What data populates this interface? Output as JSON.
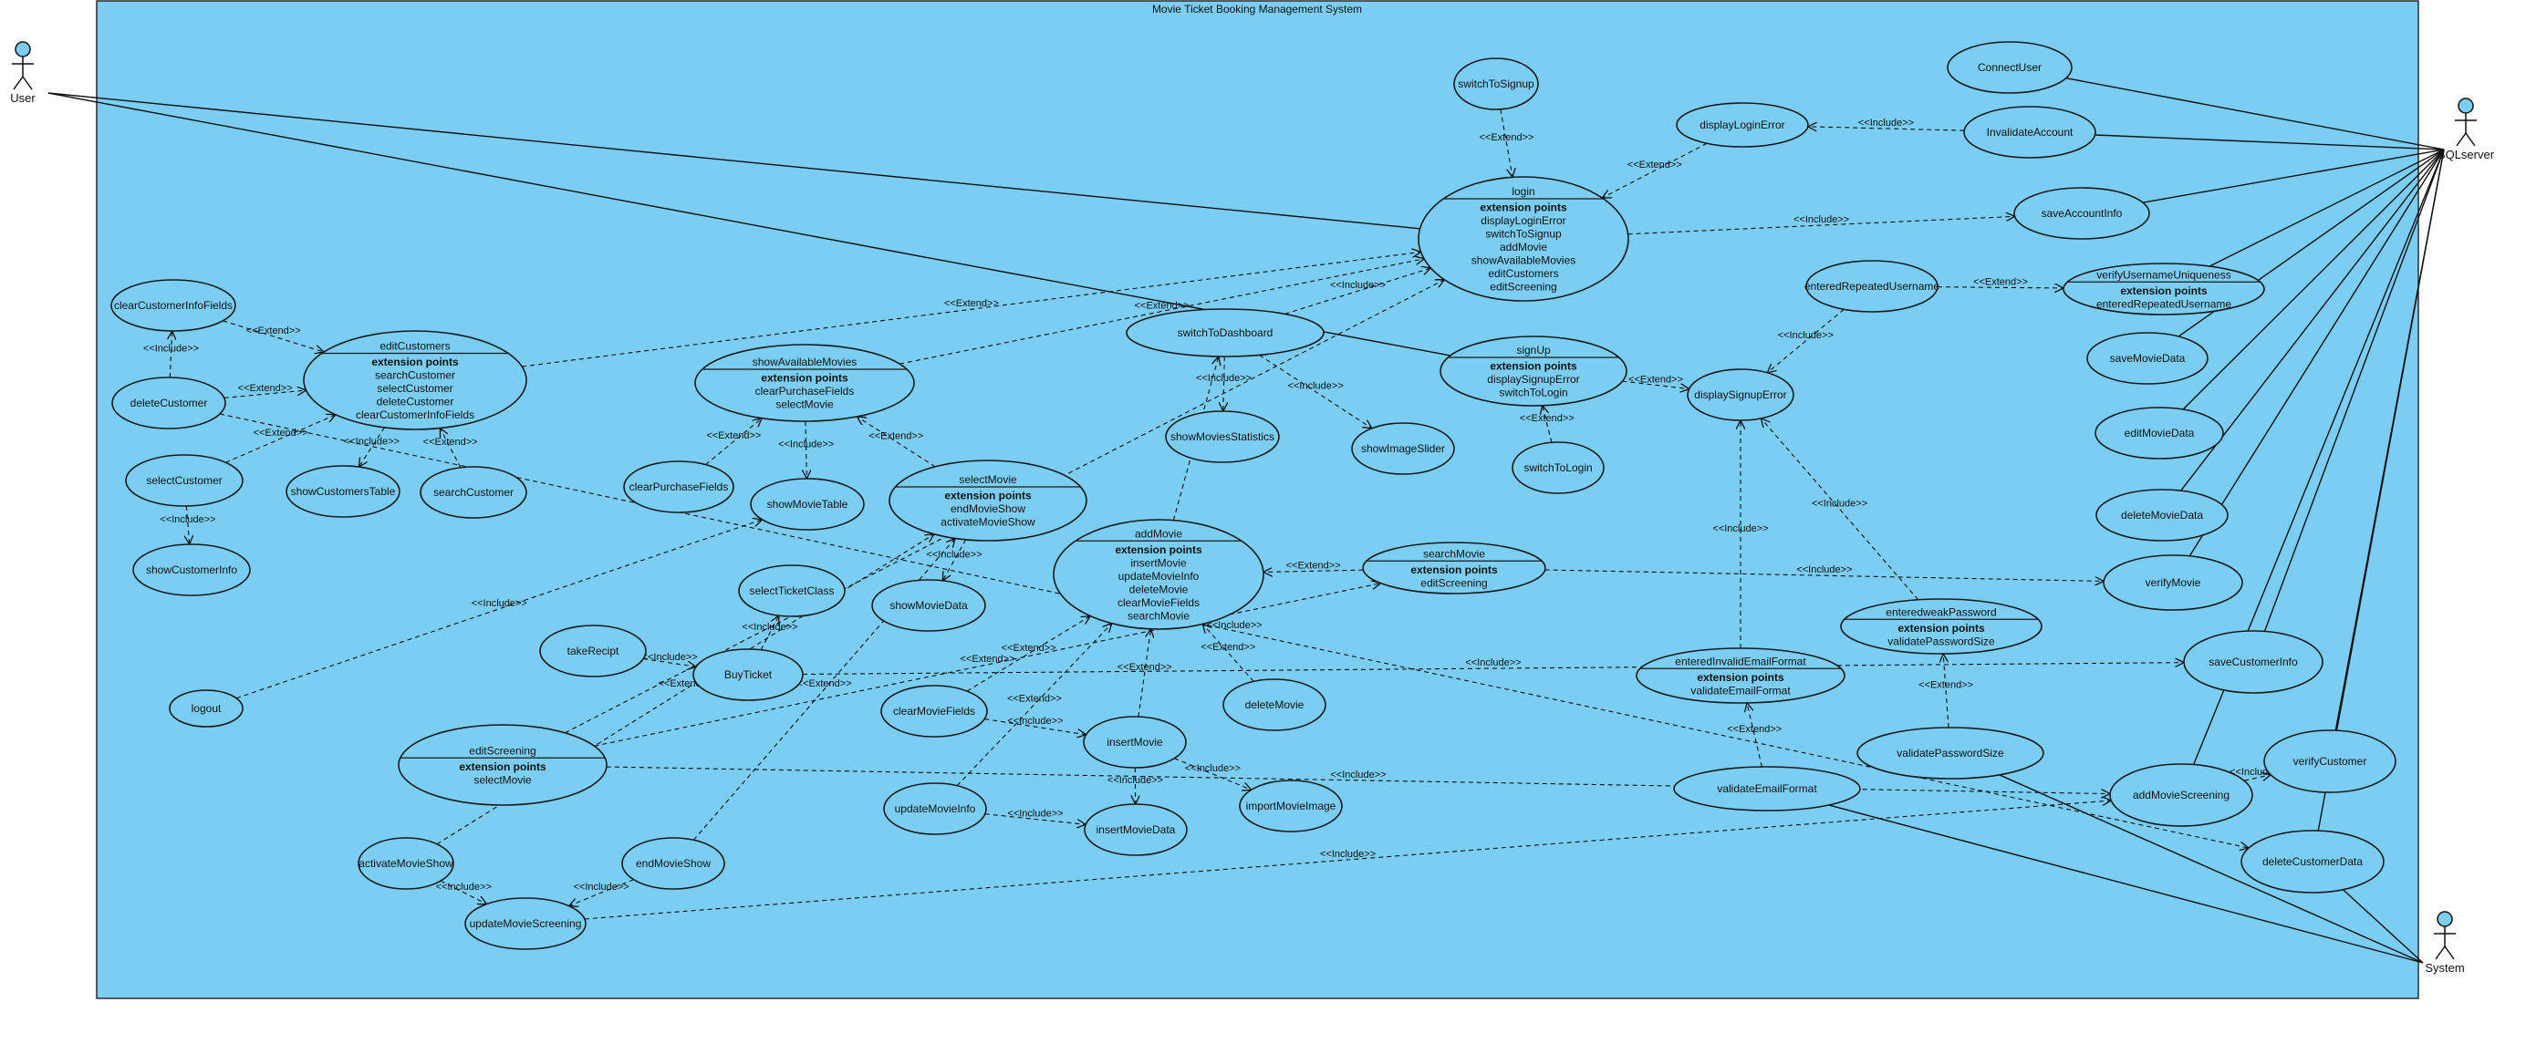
{
  "title": "Movie Ticket Booking Management System",
  "actors": [
    {
      "id": "user",
      "name": "User"
    },
    {
      "id": "sql",
      "name": "SQLserver"
    },
    {
      "id": "system",
      "name": "System"
    }
  ],
  "usecases": [
    {
      "id": "switchToSignup",
      "name": "switchToSignup"
    },
    {
      "id": "connectUser",
      "name": "ConnectUser"
    },
    {
      "id": "displayLoginError",
      "name": "displayLoginError"
    },
    {
      "id": "invalidateAccount",
      "name": "InvalidateAccount"
    },
    {
      "id": "login",
      "name": "login",
      "heading": "extension points",
      "points": [
        "displayLoginError",
        "switchToSignup",
        "addMovie",
        "showAvailableMovies",
        "editCustomers",
        "editScreening"
      ]
    },
    {
      "id": "saveAccountInfo",
      "name": "saveAccountInfo"
    },
    {
      "id": "clearCustomerInfoFields",
      "name": "clearCustomerInfoFields"
    },
    {
      "id": "editCustomers",
      "name": "editCustomers",
      "heading": "extension points",
      "points": [
        "searchCustomer",
        "selectCustomer",
        "deleteCustomer",
        "clearCustomerInfoFields"
      ]
    },
    {
      "id": "deleteCustomer",
      "name": "deleteCustomer"
    },
    {
      "id": "showAvailableMovies",
      "name": "showAvailableMovies",
      "heading": "extension points",
      "points": [
        "clearPurchaseFields",
        "selectMovie"
      ]
    },
    {
      "id": "switchToDashboard",
      "name": "switchToDashboard"
    },
    {
      "id": "enteredRepeatedUsername",
      "name": "enteredRepeatedUsername"
    },
    {
      "id": "verifyUsernameUniqueness",
      "name": "verifyUsernameUniqueness",
      "heading": "extension points",
      "points": [
        "enteredRepeatedUsername"
      ]
    },
    {
      "id": "signUp",
      "name": "signUp",
      "heading": "extension points",
      "points": [
        "displaySignupError",
        "switchToLogin"
      ]
    },
    {
      "id": "displaySignupError",
      "name": "displaySignupError"
    },
    {
      "id": "saveMovieData",
      "name": "saveMovieData"
    },
    {
      "id": "selectCustomer",
      "name": "selectCustomer"
    },
    {
      "id": "showCustomersTable",
      "name": "showCustomersTable"
    },
    {
      "id": "searchCustomer",
      "name": "searchCustomer"
    },
    {
      "id": "clearPurchaseFields",
      "name": "clearPurchaseFields"
    },
    {
      "id": "showMovieTable",
      "name": "showMovieTable"
    },
    {
      "id": "showMoviesStatistics",
      "name": "showMoviesStatistics"
    },
    {
      "id": "showImageSlider",
      "name": "showImageSlider"
    },
    {
      "id": "switchToLogin",
      "name": "switchToLogin"
    },
    {
      "id": "editMovieData",
      "name": "editMovieData"
    },
    {
      "id": "selectMovie",
      "name": "selectMovie",
      "heading": "extension points",
      "points": [
        "endMovieShow",
        "activateMovieShow"
      ]
    },
    {
      "id": "addMovie",
      "name": "addMovie",
      "heading": "extension points",
      "points": [
        "insertMovie",
        "updateMovieInfo",
        "deleteMovie",
        "clearMovieFields",
        "searchMovie"
      ]
    },
    {
      "id": "deleteMovieData",
      "name": "deleteMovieData"
    },
    {
      "id": "showCustomerInfo",
      "name": "showCustomerInfo"
    },
    {
      "id": "searchMovie",
      "name": "searchMovie",
      "heading": "extension points",
      "points": [
        "editScreening"
      ]
    },
    {
      "id": "verifyMovie",
      "name": "verifyMovie"
    },
    {
      "id": "selectTicketClass",
      "name": "selectTicketClass"
    },
    {
      "id": "showMovieData",
      "name": "showMovieData"
    },
    {
      "id": "enteredweakPassword",
      "name": "enteredweakPassword",
      "heading": "extension points",
      "points": [
        "validatePasswordSize"
      ]
    },
    {
      "id": "takeRecipt",
      "name": "takeRecipt"
    },
    {
      "id": "enteredInvalidEmailFormat",
      "name": "enteredInvalidEmailFormat",
      "heading": "extension points",
      "points": [
        "validateEmailFormat"
      ]
    },
    {
      "id": "saveCustomerInfo",
      "name": "saveCustomerInfo"
    },
    {
      "id": "logout",
      "name": "logout"
    },
    {
      "id": "buyTicket",
      "name": "BuyTicket"
    },
    {
      "id": "clearMovieFields",
      "name": "clearMovieFields"
    },
    {
      "id": "deleteMovie",
      "name": "deleteMovie"
    },
    {
      "id": "editScreening",
      "name": "editScreening",
      "heading": "extension points",
      "points": [
        "selectMovie"
      ]
    },
    {
      "id": "insertMovie",
      "name": "insertMovie"
    },
    {
      "id": "validatePasswordSize",
      "name": "validatePasswordSize"
    },
    {
      "id": "verifyCustomer",
      "name": "verifyCustomer"
    },
    {
      "id": "validateEmailFormat",
      "name": "validateEmailFormat"
    },
    {
      "id": "addMovieScreening",
      "name": "addMovieScreening"
    },
    {
      "id": "updateMovieInfo",
      "name": "updateMovieInfo"
    },
    {
      "id": "importMovieImage",
      "name": "importMovieImage"
    },
    {
      "id": "insertMovieData",
      "name": "insertMovieData"
    },
    {
      "id": "activateMovieShow",
      "name": "activateMovieShow"
    },
    {
      "id": "endMovieShow",
      "name": "endMovieShow"
    },
    {
      "id": "deleteCustomerData",
      "name": "deleteCustomerData"
    },
    {
      "id": "updateMovieScreening",
      "name": "updateMovieScreening"
    }
  ],
  "stereotypes": {
    "extend": "<<Extend>>",
    "include": "<<Include>>"
  },
  "relations": [
    {
      "from": "switchToSignup",
      "to": "login",
      "type": "extend"
    },
    {
      "from": "displayLoginError",
      "to": "login",
      "type": "extend"
    },
    {
      "from": "invalidateAccount",
      "to": "displayLoginError",
      "type": "include"
    },
    {
      "from": "login",
      "to": "saveAccountInfo",
      "type": "include"
    },
    {
      "from": "clearCustomerInfoFields",
      "to": "editCustomers",
      "type": "extend"
    },
    {
      "from": "deleteCustomer",
      "to": "clearCustomerInfoFields",
      "type": "include"
    },
    {
      "from": "deleteCustomer",
      "to": "editCustomers",
      "type": "extend"
    },
    {
      "from": "selectCustomer",
      "to": "editCustomers",
      "type": "extend"
    },
    {
      "from": "selectCustomer",
      "to": "showCustomerInfo",
      "type": "include"
    },
    {
      "from": "editCustomers",
      "to": "showCustomersTable",
      "type": "include"
    },
    {
      "from": "searchCustomer",
      "to": "editCustomers",
      "type": "extend"
    },
    {
      "from": "editCustomers",
      "to": "login",
      "type": "extend"
    },
    {
      "from": "showAvailableMovies",
      "to": "login",
      "type": "extend"
    },
    {
      "from": "clearPurchaseFields",
      "to": "showAvailableMovies",
      "type": "extend"
    },
    {
      "from": "showAvailableMovies",
      "to": "showMovieTable",
      "type": "include"
    },
    {
      "from": "selectMovie",
      "to": "showAvailableMovies",
      "type": "extend"
    },
    {
      "from": "switchToDashboard",
      "to": "login",
      "type": "include"
    },
    {
      "from": "switchToDashboard",
      "to": "showMoviesStatistics",
      "type": "include"
    },
    {
      "from": "switchToDashboard",
      "to": "showImageSlider",
      "type": "include"
    },
    {
      "from": "signUp",
      "to": "displaySignupError",
      "type": "extend"
    },
    {
      "from": "switchToLogin",
      "to": "signUp",
      "type": "extend"
    },
    {
      "from": "enteredRepeatedUsername",
      "to": "verifyUsernameUniqueness",
      "type": "extend"
    },
    {
      "from": "enteredRepeatedUsername",
      "to": "displaySignupError",
      "type": "include"
    },
    {
      "from": "selectMovie",
      "to": "showMovieData",
      "type": "include"
    },
    {
      "from": "searchMovie",
      "to": "addMovie",
      "type": "extend"
    },
    {
      "from": "deleteMovie",
      "to": "addMovie",
      "type": "extend"
    },
    {
      "from": "clearMovieFields",
      "to": "addMovie",
      "type": "extend"
    },
    {
      "from": "insertMovie",
      "to": "addMovie",
      "type": "extend"
    },
    {
      "from": "updateMovieInfo",
      "to": "addMovie",
      "type": "extend"
    },
    {
      "from": "insertMovie",
      "to": "insertMovieData",
      "type": "include"
    },
    {
      "from": "insertMovie",
      "to": "importMovieImage",
      "type": "include"
    },
    {
      "from": "updateMovieInfo",
      "to": "insertMovieData",
      "type": "include"
    },
    {
      "from": "searchMovie",
      "to": "verifyMovie",
      "type": "include"
    },
    {
      "from": "addMovie",
      "to": "switchToDashboard",
      "type": "extend"
    },
    {
      "from": "buyTicket",
      "to": "selectTicketClass",
      "type": "include"
    },
    {
      "from": "takeRecipt",
      "to": "buyTicket",
      "type": "include"
    },
    {
      "from": "buyTicket",
      "to": "saveCustomerInfo",
      "type": "include"
    },
    {
      "from": "enteredweakPassword",
      "to": "displaySignupError",
      "type": "include"
    },
    {
      "from": "validatePasswordSize",
      "to": "enteredweakPassword",
      "type": "extend"
    },
    {
      "from": "enteredInvalidEmailFormat",
      "to": "displaySignupError",
      "type": "include"
    },
    {
      "from": "validateEmailFormat",
      "to": "enteredInvalidEmailFormat",
      "type": "extend"
    },
    {
      "from": "editScreening",
      "to": "login",
      "type": "extend"
    },
    {
      "from": "editScreening",
      "to": "searchMovie",
      "type": "extend"
    },
    {
      "from": "activateMovieShow",
      "to": "selectMovie",
      "type": "extend"
    },
    {
      "from": "endMovieShow",
      "to": "selectMovie",
      "type": "extend"
    },
    {
      "from": "endMovieShow",
      "to": "updateMovieScreening",
      "type": "include"
    },
    {
      "from": "activateMovieShow",
      "to": "updateMovieScreening",
      "type": "include"
    },
    {
      "from": "updateMovieScreening",
      "to": "addMovieScreening",
      "type": "include"
    },
    {
      "from": "logout",
      "to": "showMovieTable",
      "type": "include"
    },
    {
      "from": "editScreening",
      "to": "addMovieScreening",
      "type": "include"
    },
    {
      "from": "deleteCustomer",
      "to": "deleteCustomerData",
      "type": "include"
    },
    {
      "from": "addMovieScreening",
      "to": "verifyCustomer",
      "type": "include"
    },
    {
      "from": "clearMovieFields",
      "to": "insertMovie",
      "type": "include"
    }
  ],
  "associations": [
    {
      "from": "user",
      "to": "login"
    },
    {
      "from": "user",
      "to": "signUp"
    },
    {
      "from": "sql",
      "to": "connectUser"
    },
    {
      "from": "sql",
      "to": "invalidateAccount"
    },
    {
      "from": "sql",
      "to": "saveAccountInfo"
    },
    {
      "from": "sql",
      "to": "verifyUsernameUniqueness"
    },
    {
      "from": "sql",
      "to": "saveMovieData"
    },
    {
      "from": "sql",
      "to": "editMovieData"
    },
    {
      "from": "sql",
      "to": "deleteMovieData"
    },
    {
      "from": "sql",
      "to": "verifyMovie"
    },
    {
      "from": "sql",
      "to": "saveCustomerInfo"
    },
    {
      "from": "sql",
      "to": "verifyCustomer"
    },
    {
      "from": "sql",
      "to": "addMovieScreening"
    },
    {
      "from": "sql",
      "to": "deleteCustomerData"
    },
    {
      "from": "system",
      "to": "validatePasswordSize"
    },
    {
      "from": "system",
      "to": "validateEmailFormat"
    },
    {
      "from": "system",
      "to": "deleteCustomerData"
    }
  ]
}
